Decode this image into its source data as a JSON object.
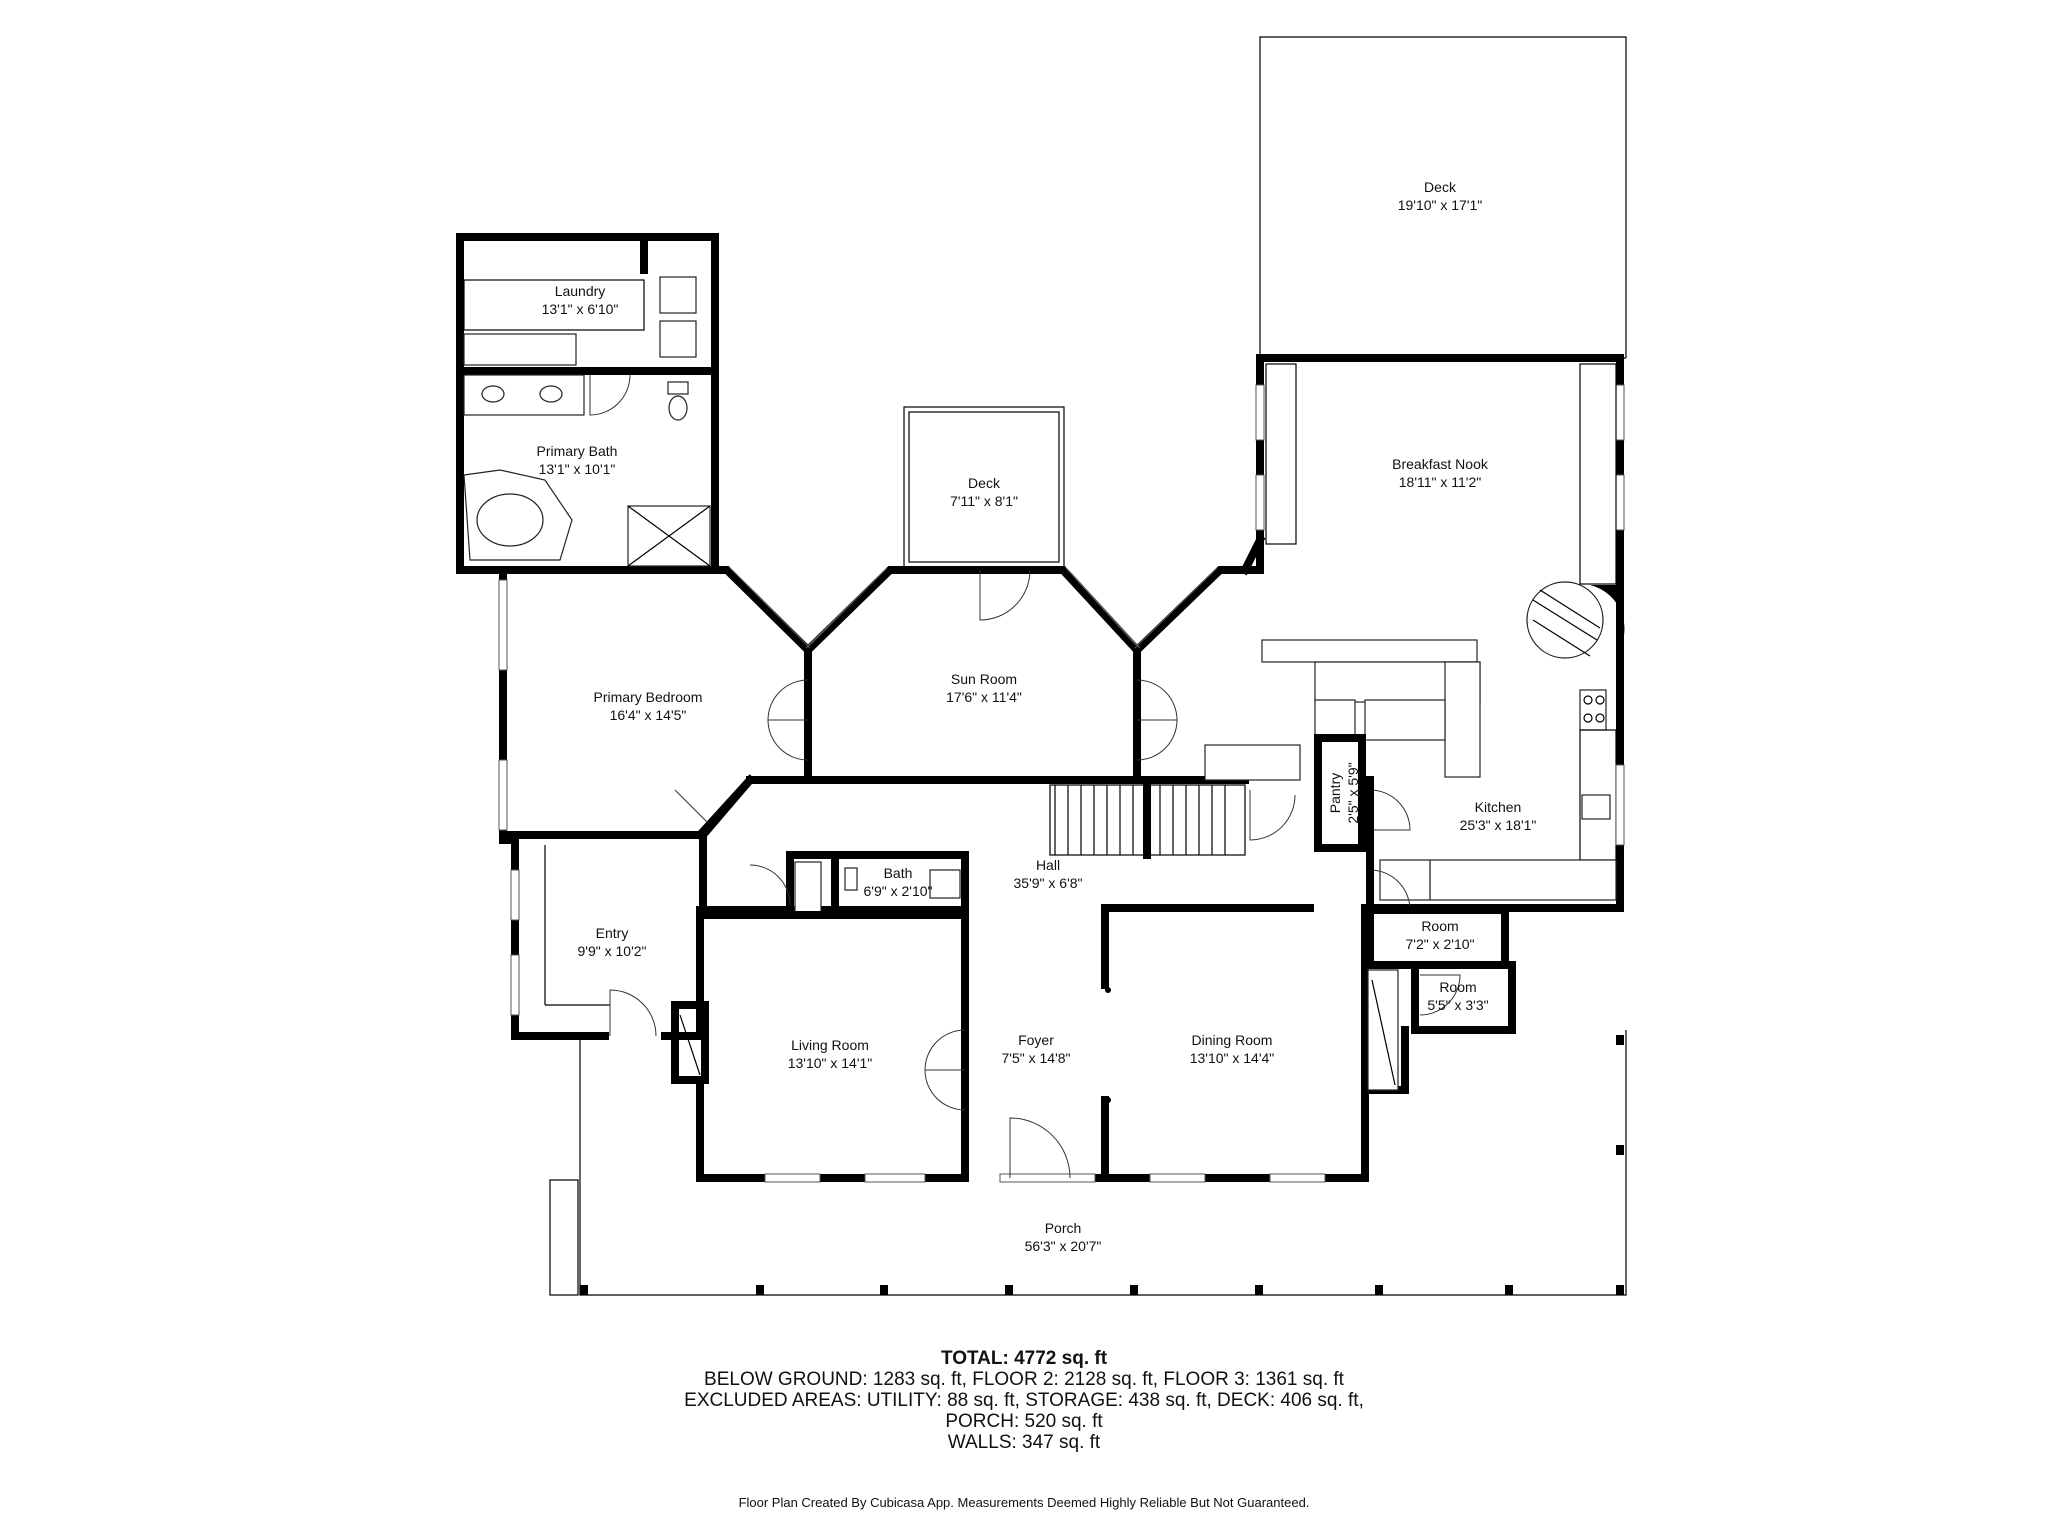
{
  "rooms": {
    "deck_top": {
      "name": "Deck",
      "dims": "19'10\" x 17'1\""
    },
    "laundry": {
      "name": "Laundry",
      "dims": "13'1\" x 6'10\""
    },
    "primary_bath": {
      "name": "Primary Bath",
      "dims": "13'1\" x 10'1\""
    },
    "deck_small": {
      "name": "Deck",
      "dims": "7'11\" x 8'1\""
    },
    "breakfast_nook": {
      "name": "Breakfast Nook",
      "dims": "18'11\" x 11'2\""
    },
    "sun_room": {
      "name": "Sun Room",
      "dims": "17'6\" x 11'4\""
    },
    "primary_bedroom": {
      "name": "Primary Bedroom",
      "dims": "16'4\" x 14'5\""
    },
    "pantry": {
      "name": "Pantry",
      "dims": "2'5\" x 5'9\""
    },
    "kitchen": {
      "name": "Kitchen",
      "dims": "25'3\" x 18'1\""
    },
    "hall": {
      "name": "Hall",
      "dims": "35'9\" x 6'8\""
    },
    "bath": {
      "name": "Bath",
      "dims": "6'9\" x 2'10\""
    },
    "entry": {
      "name": "Entry",
      "dims": "9'9\" x 10'2\""
    },
    "room_a": {
      "name": "Room",
      "dims": "7'2\" x 2'10\""
    },
    "room_b": {
      "name": "Room",
      "dims": "5'5\" x 3'3\""
    },
    "living_room": {
      "name": "Living Room",
      "dims": "13'10\" x 14'1\""
    },
    "foyer": {
      "name": "Foyer",
      "dims": "7'5\" x 14'8\""
    },
    "dining_room": {
      "name": "Dining Room",
      "dims": "13'10\" x 14'4\""
    },
    "porch": {
      "name": "Porch",
      "dims": "56'3\" x 20'7\""
    }
  },
  "summary": {
    "total": "TOTAL: 4772 sq. ft",
    "line1": "BELOW GROUND: 1283 sq. ft, FLOOR 2: 2128 sq. ft, FLOOR 3: 1361 sq. ft",
    "line2": "EXCLUDED AREAS: UTILITY: 88 sq. ft, STORAGE: 438 sq. ft, DECK: 406 sq. ft,",
    "line3": "PORCH: 520 sq. ft",
    "line4": "WALLS: 347 sq. ft"
  },
  "credit": "Floor Plan Created By Cubicasa App. Measurements Deemed Highly Reliable But Not Guaranteed."
}
